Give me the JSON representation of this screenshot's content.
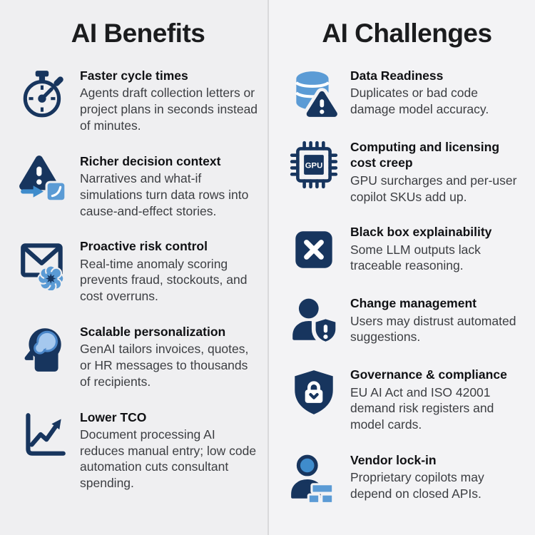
{
  "colors": {
    "navy": "#17355e",
    "light_blue": "#5b9bd5",
    "mid_blue": "#3f8ccc",
    "brain_blue": "#a5c8ee",
    "brain_outline": "#4a86c8",
    "background_left": "#efeff1",
    "background_right": "#f3f3f5",
    "divider": "#d9d9db",
    "title_text": "#1b1c1e",
    "heading_text": "#101114",
    "body_text": "#3c3e42",
    "icon_glyph_white": "#ffffff"
  },
  "columns": [
    {
      "title": "AI Benefits",
      "items": [
        {
          "icon": "stopwatch-icon",
          "heading": "Faster cycle times",
          "body": "Agents draft collection letters or project plans in seconds instead of minutes."
        },
        {
          "icon": "alert-simulation-icon",
          "heading": "Richer decision context",
          "body": "Narratives and what-if simulations turn data rows into cause-and-effect stories."
        },
        {
          "icon": "mail-anomaly-icon",
          "heading": "Proactive risk control",
          "body": "Real-time anomaly scoring prevents fraud, stockouts, and cost overruns."
        },
        {
          "icon": "head-brain-icon",
          "heading": "Scalable personalization",
          "body": "GenAI tailors invoices, quotes, or HR messages to thousands of recipients."
        },
        {
          "icon": "growth-chart-icon",
          "heading": "Lower TCO",
          "body": "Document processing AI reduces manual entry; low code automation cuts consultant spending."
        }
      ]
    },
    {
      "title": "AI Challenges",
      "items": [
        {
          "icon": "database-alert-icon",
          "heading": "Data Readiness",
          "body": "Duplicates or bad code damage model accuracy."
        },
        {
          "icon": "gpu-chip-icon",
          "icon_label": "GPU",
          "heading": "Computing and licensing cost creep",
          "body": "GPU surcharges and per-user copilot SKUs add up."
        },
        {
          "icon": "x-box-icon",
          "heading": "Black box explainability",
          "body": "Some LLM outputs lack traceable reasoning."
        },
        {
          "icon": "user-alert-icon",
          "heading": "Change management",
          "body": "Users may distrust automated suggestions."
        },
        {
          "icon": "shield-lock-icon",
          "heading": "Governance & compliance",
          "body": "EU AI Act and ISO 42001 demand risk registers and model cards."
        },
        {
          "icon": "vendor-lockin-icon",
          "heading": "Vendor lock-in",
          "body": "Proprietary copilots may depend on closed APIs."
        }
      ]
    }
  ]
}
